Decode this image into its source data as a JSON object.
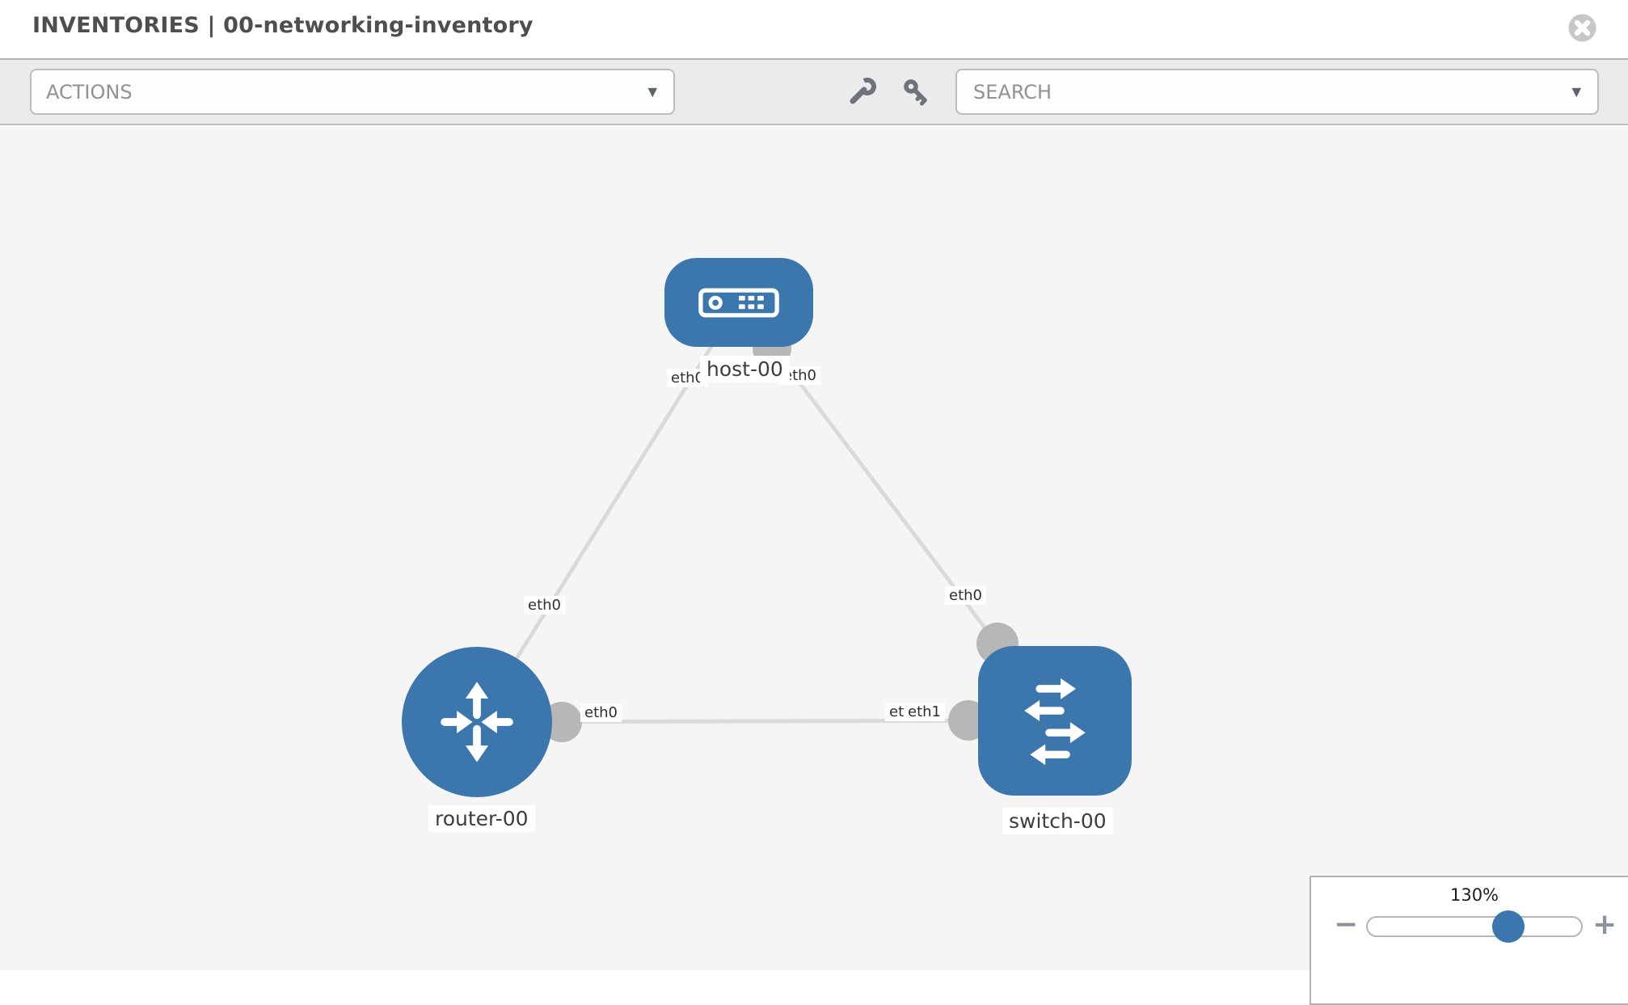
{
  "header": {
    "title": "INVENTORIES | 00-networking-inventory"
  },
  "toolbar": {
    "actions_label": "ACTIONS",
    "search_placeholder": "SEARCH"
  },
  "icons": {
    "caret_down": "▼",
    "close": "circle-x",
    "wrench": "wrench",
    "key": "key"
  },
  "topology": {
    "nodes": [
      {
        "label": "host-00",
        "type": "host"
      },
      {
        "label": "router-00",
        "type": "router"
      },
      {
        "label": "switch-00",
        "type": "switch"
      }
    ],
    "links": [
      {
        "from": "host-00",
        "to": "router-00",
        "from_interface": "eth0",
        "to_interface": "eth0"
      },
      {
        "from": "host-00",
        "to": "switch-00",
        "from_interface": "eth0",
        "to_interface": "eth0"
      },
      {
        "from": "router-00",
        "to": "switch-00",
        "from_interface": "eth0",
        "to_interface": "eth1",
        "overlapped_label": "eth0"
      }
    ]
  },
  "zoom_control": {
    "value": "130%",
    "minus": "−",
    "plus": "+"
  },
  "colors": {
    "node_blue": "#3b76ad",
    "link_gray": "#dadada",
    "connector_gray": "#b7b7b7",
    "toolbar_bg": "#ebebeb",
    "canvas_bg": "#f5f5f5"
  }
}
